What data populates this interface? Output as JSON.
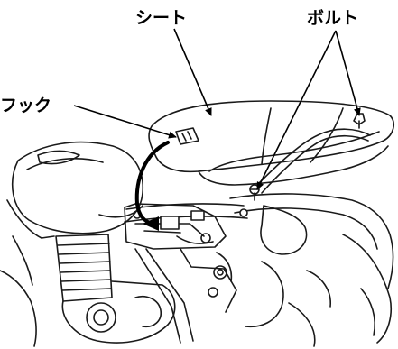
{
  "labels": {
    "seat": "シート",
    "bolt": "ボルト",
    "hook": "フック"
  },
  "colors": {
    "line": "#1a1a1a",
    "arrow": "#000000",
    "background": "#ffffff"
  },
  "icons": {
    "direction_arrow": "filled-arrow-left"
  }
}
